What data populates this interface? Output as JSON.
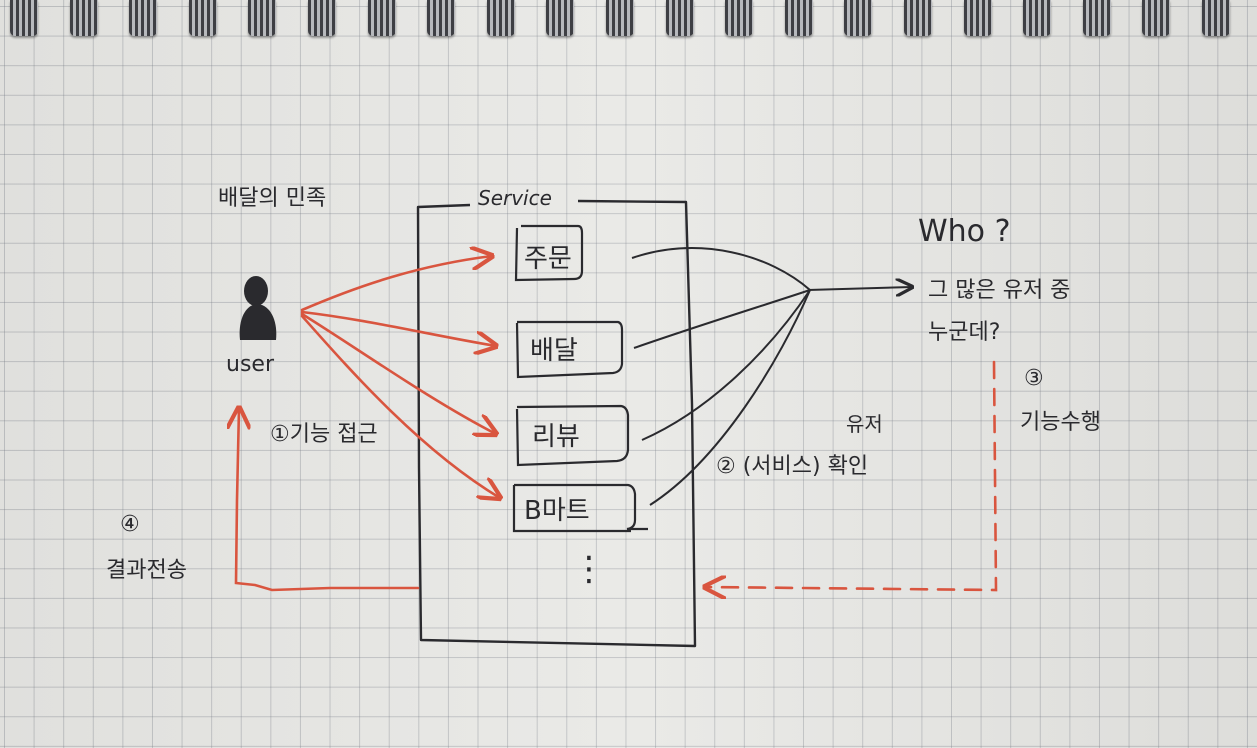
{
  "title": "배달의 민족",
  "service_label": "Service",
  "user_label": "user",
  "features": [
    "주문",
    "배달",
    "리뷰",
    "B마트"
  ],
  "more": "⋮",
  "question": "Who ?",
  "question_line1": "그 많은 유저 중",
  "question_line2": "누군데?",
  "steps": {
    "s1": "①기능 접근",
    "s2_top": "유저",
    "s2": "② (서비스) 확인",
    "s3_num": "③",
    "s3": "기능수행",
    "s4_num": "④",
    "s4": "결과전송"
  },
  "colors": {
    "ink": "#2a2a2e",
    "red": "#d9553f"
  },
  "icons": {
    "user": "user-icon"
  }
}
